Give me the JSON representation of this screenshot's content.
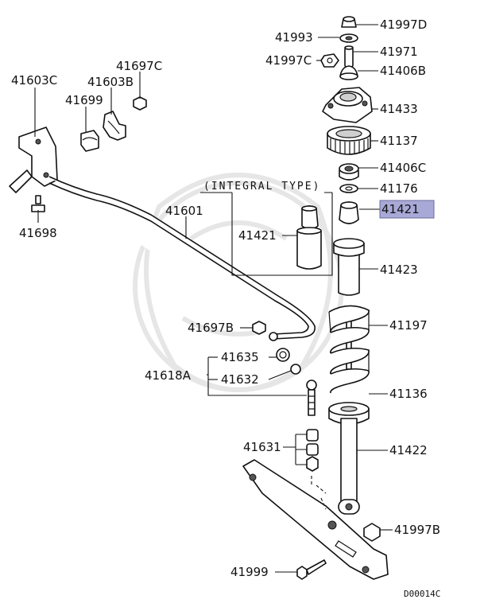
{
  "diagram": {
    "integral_type_label": "(INTEGRAL TYPE)",
    "drawing_code": "D00014C",
    "highlight_color": "#a9a9d8",
    "parts": {
      "p41997D": "41997D",
      "p41993": "41993",
      "p41971": "41971",
      "p41997C": "41997C",
      "p41406B": "41406B",
      "p41433": "41433",
      "p41137": "41137",
      "p41406C": "41406C",
      "p41176": "41176",
      "p41421": "41421",
      "p41421_integral": "41421",
      "p41423": "41423",
      "p41197": "41197",
      "p41136": "41136",
      "p41422": "41422",
      "p41997B": "41997B",
      "p41999": "41999",
      "p41603C": "41603C",
      "p41697C": "41697C",
      "p41603B": "41603B",
      "p41699": "41699",
      "p41698": "41698",
      "p41601": "41601",
      "p41697B": "41697B",
      "p41635": "41635",
      "p41618A": "41618A",
      "p41632": "41632",
      "p41631": "41631"
    }
  }
}
